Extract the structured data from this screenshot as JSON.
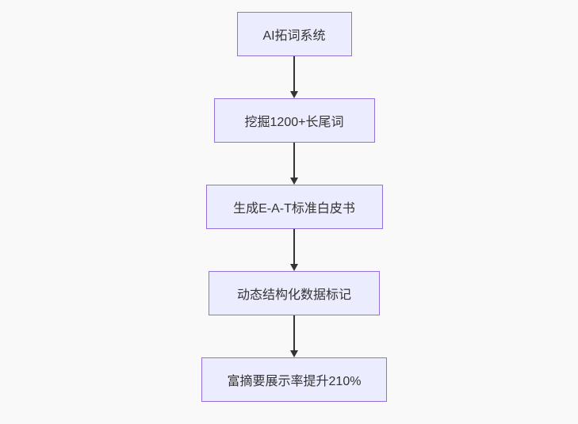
{
  "diagram": {
    "type": "flowchart-top-down",
    "colors": {
      "background": "#f9f9f9",
      "node_fill": "#ECECFF",
      "node_border": "#9370DB",
      "arrow_color": "#333333",
      "text_color": "#333333"
    },
    "nodes": [
      {
        "label": "AI拓词系统"
      },
      {
        "label": "挖掘1200+长尾词"
      },
      {
        "label": "生成E-A-T标准白皮书"
      },
      {
        "label": "动态结构化数据标记"
      },
      {
        "label": "富摘要展示率提升210%"
      }
    ]
  }
}
